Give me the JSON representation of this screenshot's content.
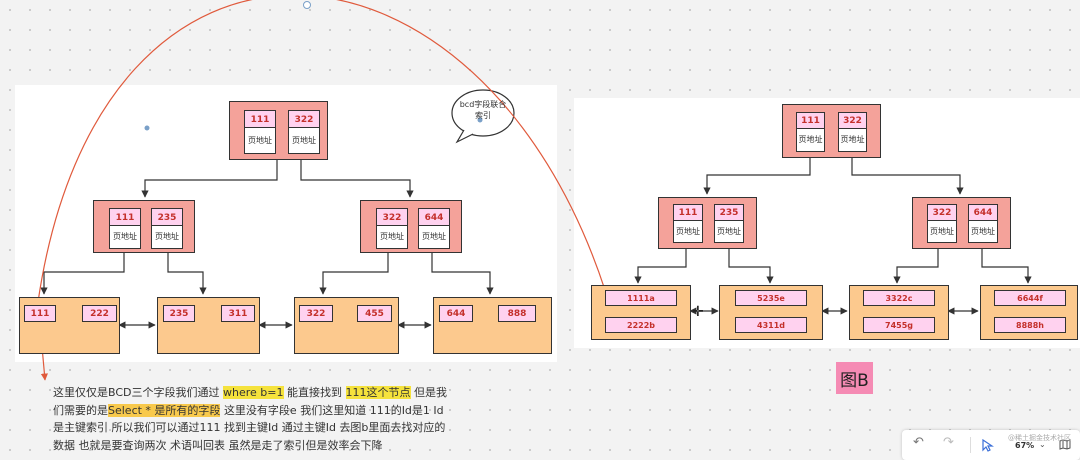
{
  "bubble": {
    "text": "bcd字段联合索引"
  },
  "diagram_a": {
    "root": {
      "keys": [
        "111",
        "322"
      ]
    },
    "internal": [
      {
        "keys": [
          "111",
          "235"
        ]
      },
      {
        "keys": [
          "322",
          "644"
        ]
      }
    ],
    "leaves": [
      [
        "111",
        "222"
      ],
      [
        "235",
        "311"
      ],
      [
        "322",
        "455"
      ],
      [
        "644",
        "888"
      ]
    ]
  },
  "diagram_b": {
    "root": {
      "keys": [
        "111",
        "322"
      ]
    },
    "internal": [
      {
        "keys": [
          "111",
          "235"
        ]
      },
      {
        "keys": [
          "322",
          "644"
        ]
      }
    ],
    "leaves": [
      [
        "1111a",
        "2222b"
      ],
      [
        "5235e",
        "4311d"
      ],
      [
        "3322c",
        "7455g"
      ],
      [
        "6644f",
        "8888h"
      ]
    ]
  },
  "addr_label": "页地址",
  "figure_label": "图B",
  "explanation": {
    "p1": "这里仅仅是BCD三个字段我们通过",
    "h1": "where b=1",
    "p2": "能直接找到",
    "h2": "111这个节点",
    "p3": "但是我们需要的是",
    "h3": "Select * 是所有的字段",
    "p4": "这里没有字段e 我们这里知道 111的Id是1 Id 是主键索引 所以我们可以通过111 找到主键Id 通过主键Id 去图b里面去找对应的数据 也就是要查询两次 术语叫回表 虽然是走了索引但是效率会下降"
  },
  "toolbar": {
    "undo": "↶",
    "redo": "↷",
    "zoom": "67%"
  },
  "watermark": "@稀土掘金技术社区"
}
